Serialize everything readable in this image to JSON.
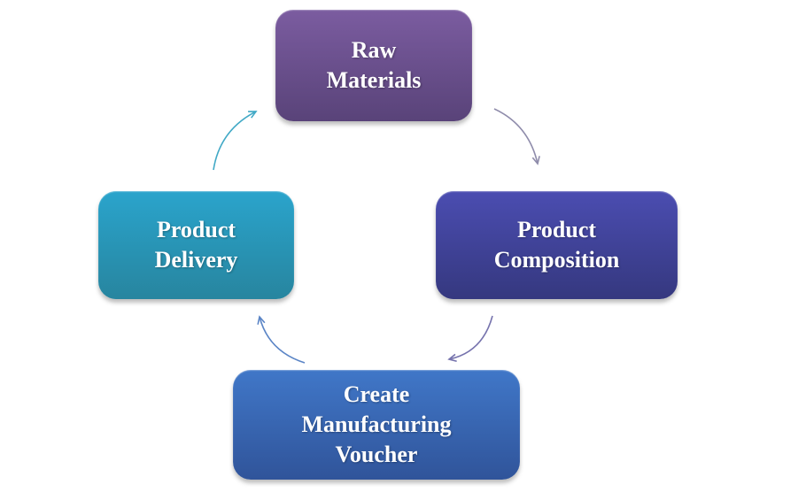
{
  "diagram": {
    "type": "cycle",
    "background": "#ffffff",
    "flow": [
      "Raw Materials",
      "Product Composition",
      "Create Manufacturing Voucher",
      "Product Delivery"
    ]
  },
  "nodes": [
    {
      "id": "raw-materials",
      "label": "Raw\nMaterials",
      "color_top": "#7b5ca0",
      "color_bottom": "#594379"
    },
    {
      "id": "product-composition",
      "label": "Product\nComposition",
      "color_top": "#4b4db1",
      "color_bottom": "#35387f"
    },
    {
      "id": "create-manufacturing-voucher",
      "label": "Create\nManufacturing\nVoucher",
      "color_top": "#4077c8",
      "color_bottom": "#30549a"
    },
    {
      "id": "product-delivery",
      "label": "Product\nDelivery",
      "color_top": "#2aa4cc",
      "color_bottom": "#27859f"
    }
  ],
  "arrows": [
    {
      "id": "raw-to-composition",
      "from": "raw-materials",
      "to": "product-composition",
      "color": "#8f8cab"
    },
    {
      "id": "composition-to-voucher",
      "from": "product-composition",
      "to": "create-manufacturing-voucher",
      "color": "#7673ad"
    },
    {
      "id": "voucher-to-delivery",
      "from": "create-manufacturing-voucher",
      "to": "product-delivery",
      "color": "#5b85c6"
    },
    {
      "id": "delivery-to-raw",
      "from": "product-delivery",
      "to": "raw-materials",
      "color": "#41a9c6"
    }
  ]
}
